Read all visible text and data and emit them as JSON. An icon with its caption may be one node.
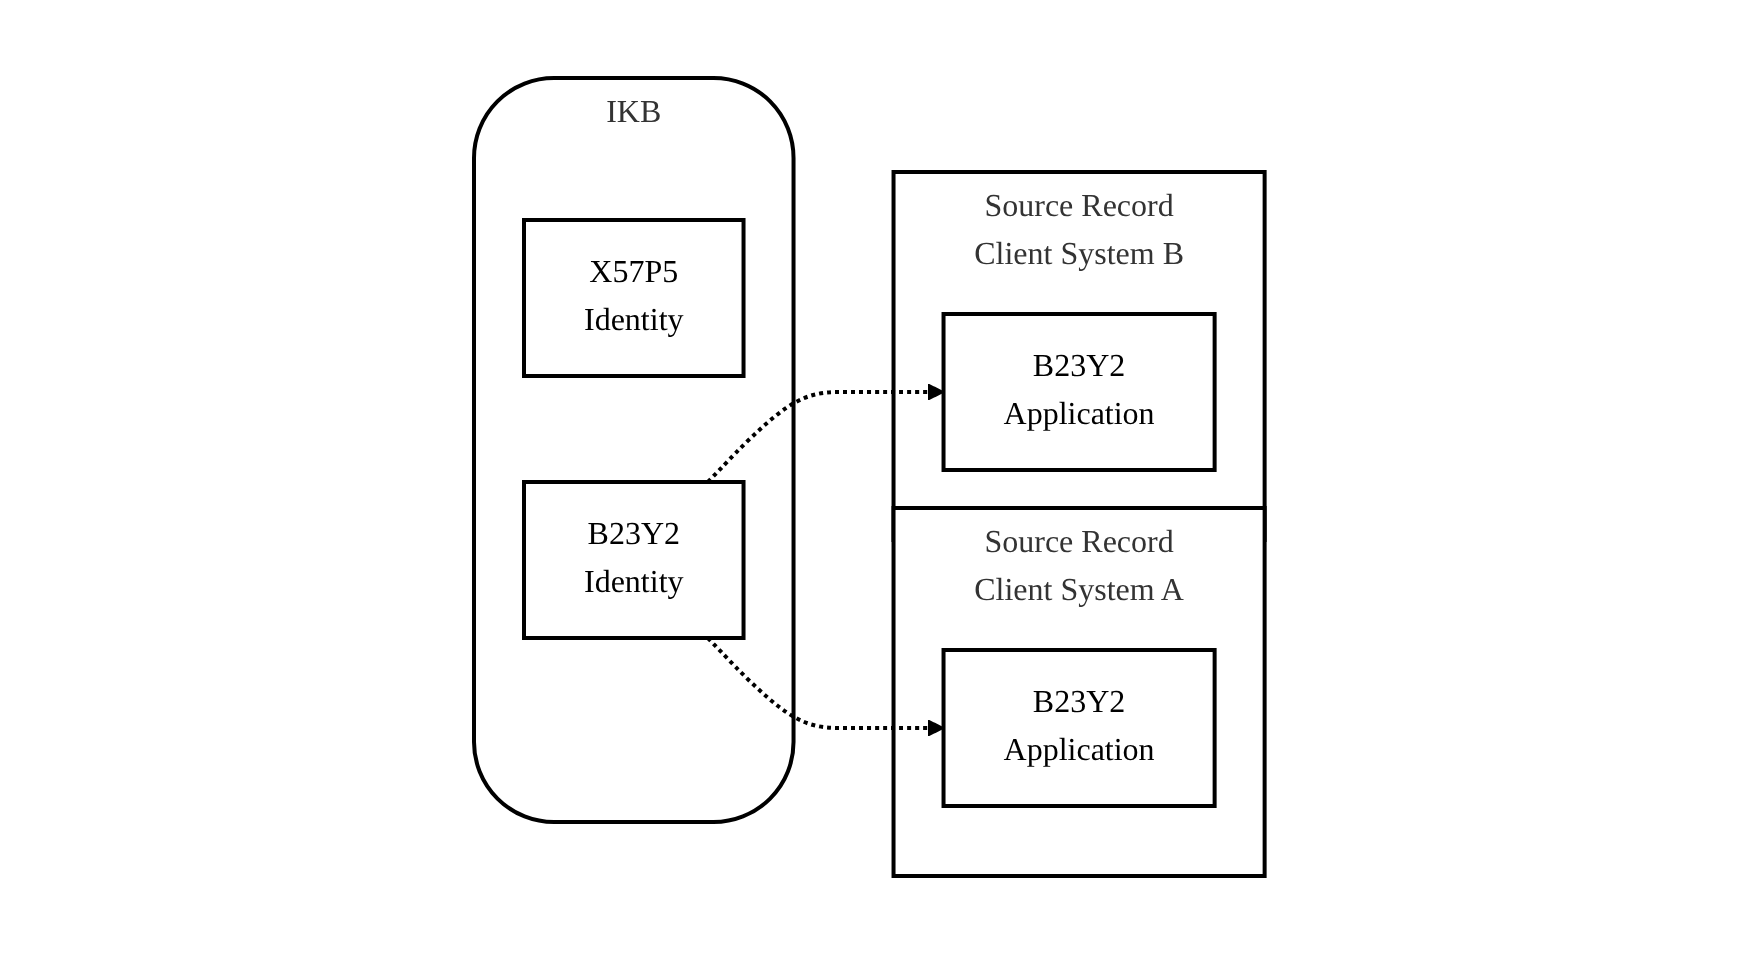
{
  "diagram": {
    "nodes": [
      {
        "text": [
          "IKB"
        ]
      },
      {
        "text": [
          "X57P5",
          "Identity"
        ],
        "in": 0
      },
      {
        "text": [
          "B23Y2",
          "Identity"
        ],
        "in": 0
      },
      {
        "text": [
          "Source Record"
        ],
        "beside": [
          "Client System A"
        ]
      },
      {
        "text": [
          "B23Y2",
          "Application"
        ],
        "in": 3
      },
      {
        "text": [
          "Source Record"
        ],
        "beside": [
          "Client System B"
        ]
      },
      {
        "text": [
          "B23Y2",
          "Application"
        ],
        "in": 5
      }
    ],
    "edges": [
      {
        "from": 2,
        "to": 4,
        "arrow": "to",
        "style": "dashed"
      },
      {
        "from": 2,
        "to": 6,
        "arrow": "to",
        "style": "dashed"
      }
    ]
  }
}
